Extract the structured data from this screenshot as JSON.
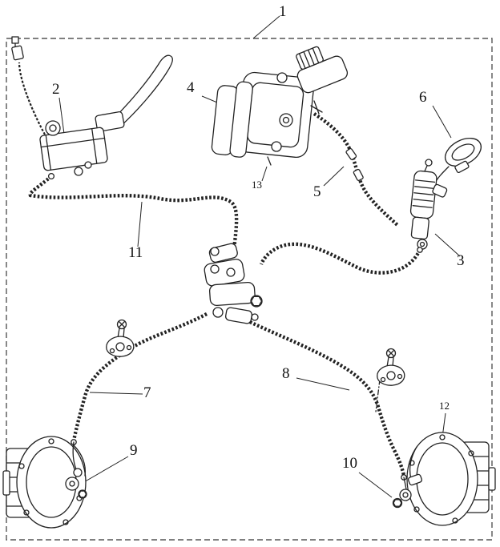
{
  "diagram": {
    "type": "parts-diagram",
    "subject": "brake system assembly diagram",
    "labels": [
      {
        "id": 1,
        "text": "1"
      },
      {
        "id": 2,
        "text": "2"
      },
      {
        "id": 3,
        "text": "3"
      },
      {
        "id": 4,
        "text": "4"
      },
      {
        "id": 5,
        "text": "5"
      },
      {
        "id": 6,
        "text": "6"
      },
      {
        "id": 7,
        "text": "7"
      },
      {
        "id": 8,
        "text": "8"
      },
      {
        "id": 9,
        "text": "9"
      },
      {
        "id": 10,
        "text": "10"
      },
      {
        "id": 11,
        "text": "11"
      },
      {
        "id": 12,
        "text": "12"
      },
      {
        "id": 13,
        "text": "13"
      }
    ],
    "colors": {
      "line": "#222222",
      "background": "#ffffff"
    }
  }
}
